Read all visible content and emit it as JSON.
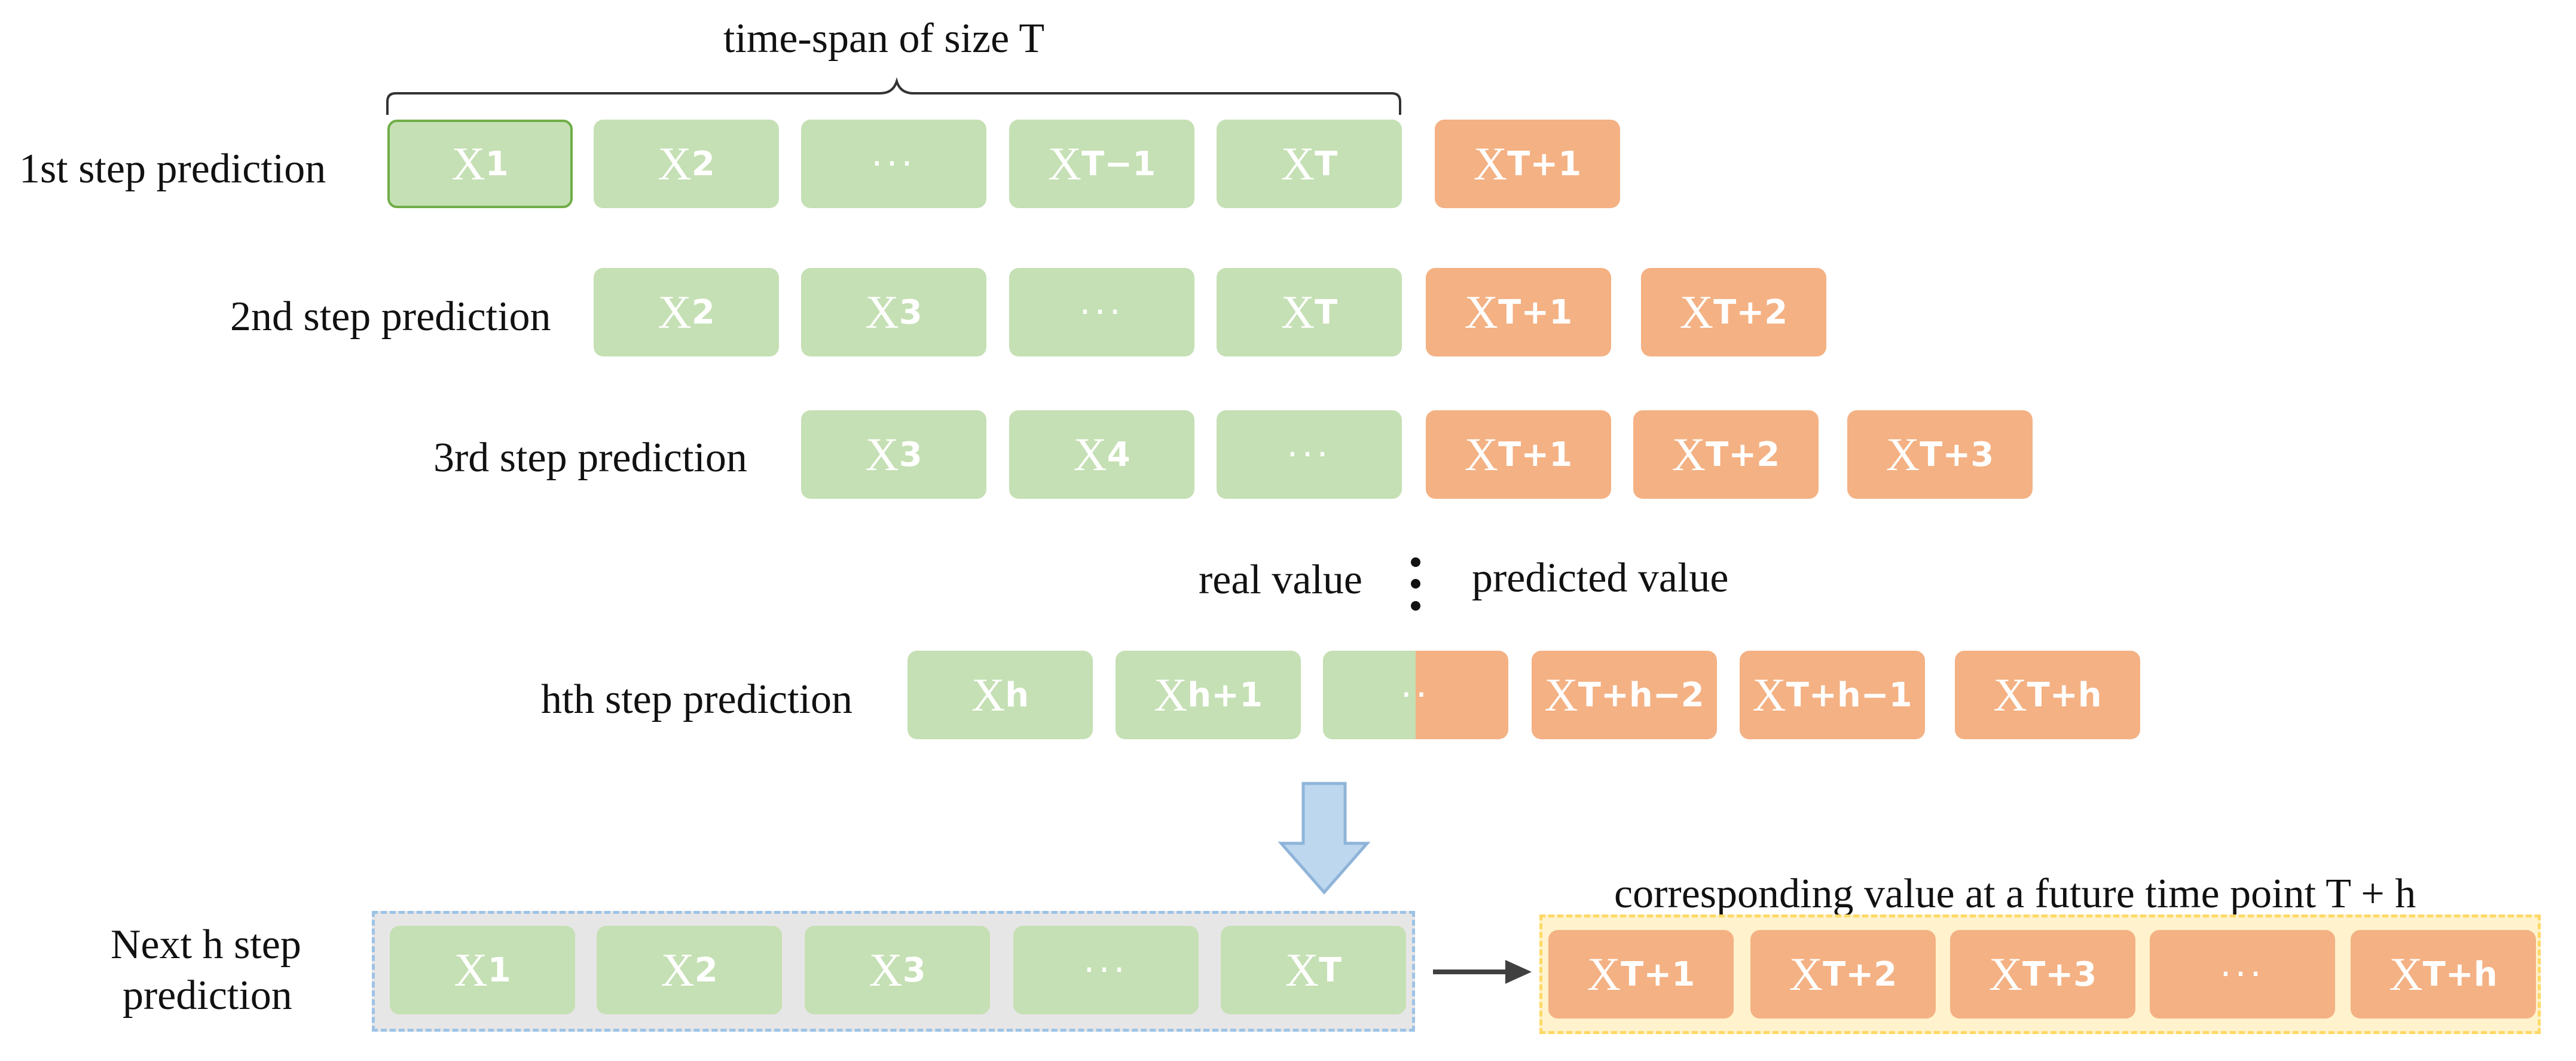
{
  "title": "time-span of size T",
  "rows": {
    "step1": {
      "label": "1st step prediction",
      "cells": [
        {
          "base": "X",
          "sub": "1"
        },
        {
          "base": "X",
          "sub": "2"
        },
        {
          "dots": "···"
        },
        {
          "base": "X",
          "sub": "T−1"
        },
        {
          "base": "X",
          "sub": "T"
        },
        {
          "base": "X",
          "sub": "T+1"
        }
      ]
    },
    "step2": {
      "label": "2nd step prediction",
      "cells": [
        {
          "base": "X",
          "sub": "2"
        },
        {
          "base": "X",
          "sub": "3"
        },
        {
          "dots": "···"
        },
        {
          "base": "X",
          "sub": "T"
        },
        {
          "base": "X",
          "sub": "T+1"
        },
        {
          "base": "X",
          "sub": "T+2"
        }
      ]
    },
    "step3": {
      "label": "3rd step prediction",
      "cells": [
        {
          "base": "X",
          "sub": "3"
        },
        {
          "base": "X",
          "sub": "4"
        },
        {
          "dots": "···"
        },
        {
          "base": "X",
          "sub": "T+1"
        },
        {
          "base": "X",
          "sub": "T+2"
        },
        {
          "base": "X",
          "sub": "T+3"
        }
      ]
    },
    "stepH": {
      "label": "hth step prediction",
      "cells": [
        {
          "base": "X",
          "sub": "h"
        },
        {
          "base": "X",
          "sub": "h+1"
        },
        {
          "dots": "··"
        },
        {
          "base": "X",
          "sub": "T+h−2"
        },
        {
          "base": "X",
          "sub": "T+h−1"
        },
        {
          "base": "X",
          "sub": "T+h"
        }
      ]
    },
    "next": {
      "label_line1": "Next h step",
      "label_line2": "prediction",
      "inputs": [
        {
          "base": "X",
          "sub": "1"
        },
        {
          "base": "X",
          "sub": "2"
        },
        {
          "base": "X",
          "sub": "3"
        },
        {
          "dots": "···"
        },
        {
          "base": "X",
          "sub": "T"
        }
      ],
      "outputs": [
        {
          "base": "X",
          "sub": "T+1"
        },
        {
          "base": "X",
          "sub": "T+2"
        },
        {
          "base": "X",
          "sub": "T+3"
        },
        {
          "dots": "···"
        },
        {
          "base": "X",
          "sub": "T+h"
        }
      ]
    }
  },
  "legend": {
    "real": "real value",
    "predicted": "predicted value",
    "separator": "⋮"
  },
  "future_caption": "corresponding value at a future time point T + h",
  "colors": {
    "real": "#c5e0b4",
    "predicted": "#f4b183",
    "first_border": "#70ad47",
    "arrow_fill": "#bdd7ee",
    "arrow_stroke": "#9dc3e6",
    "gray_panel": "#e7e6e6",
    "yellow_panel": "#fff2cc"
  }
}
